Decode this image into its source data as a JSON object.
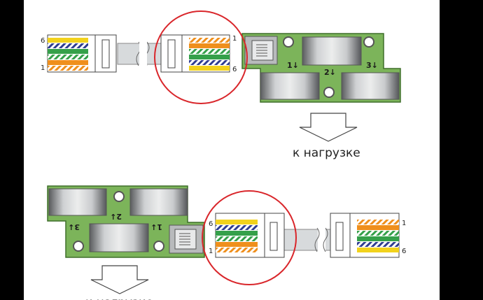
{
  "caption": "к нагрузке",
  "top": {
    "pin_high": "6",
    "pin_low": "1",
    "slot1": "1↓",
    "slot2": "2↓",
    "slot3": "3↓"
  },
  "bottom": {
    "pin_high": "6",
    "pin_low": "1",
    "slot1": "1↓",
    "slot2": "2↓",
    "slot3": "3↓"
  },
  "colors": {
    "board": "#7cb45a",
    "highlight_circle": "#d9262b",
    "wire_yellow": "#f2d21c",
    "wire_orange": "#ef8f1c",
    "wire_green": "#35a04a",
    "wire_blue": "#2e3d8f",
    "cable": "#d7dadc"
  }
}
